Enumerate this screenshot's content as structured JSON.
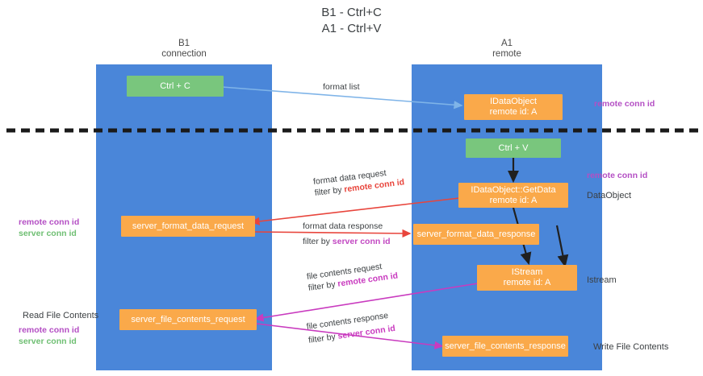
{
  "title": "B1 - Ctrl+C\nA1 - Ctrl+V",
  "lanes": [
    {
      "name": "b1",
      "header": "B1\nconnection"
    },
    {
      "name": "a1",
      "header": "A1\nremote"
    }
  ],
  "nodes": {
    "ctrl_c": {
      "line1": "Ctrl + C",
      "line2": "",
      "color": "green"
    },
    "idataobject": {
      "line1": "IDataObject",
      "line2": "remote id: A",
      "color": "orange"
    },
    "ctrl_v": {
      "line1": "Ctrl + V",
      "line2": "",
      "color": "green"
    },
    "getdata": {
      "line1": "IDataObject::GetData",
      "line2": "remote id: A",
      "color": "orange"
    },
    "server_format_data_request": {
      "line1": "server_format_data_request",
      "line2": "",
      "color": "orange"
    },
    "server_format_data_response": {
      "line1": "server_format_data_response",
      "line2": "",
      "color": "orange"
    },
    "istream": {
      "line1": "IStream",
      "line2": "remote id: A",
      "color": "orange"
    },
    "server_file_contents_request": {
      "line1": "server_file_contents_request",
      "line2": "",
      "color": "orange"
    },
    "server_file_contents_response": {
      "line1": "server_file_contents_response",
      "line2": "",
      "color": "orange"
    }
  },
  "edges": {
    "format_list": {
      "line1": "format list",
      "line2": "",
      "emphasis": ""
    },
    "format_data_request": {
      "line1": "format data request",
      "line2_prefix": "filter by ",
      "line2_em": "remote conn id",
      "em_color": "red"
    },
    "format_data_response": {
      "line1": "format data response",
      "line2_prefix": "filter by ",
      "line2_em": "server conn id",
      "em_color": "purple"
    },
    "file_contents_request": {
      "line1": "file contents request",
      "line2_prefix": "filter by ",
      "line2_em": "remote conn id",
      "em_color": "magenta"
    },
    "file_contents_response": {
      "line1": "file contents response",
      "line2_prefix": "filter by ",
      "line2_em": "server conn id",
      "em_color": "magenta"
    }
  },
  "annotations": {
    "right_remote_conn_id_top": "remote conn id",
    "right_remote_conn_id_mid": "remote conn id",
    "right_dataobject": "DataObject",
    "right_istream": "Istream",
    "right_write_file_contents": "Write File Contents",
    "left_remote_conn_id_1": "remote conn id",
    "left_server_conn_id_1": "server conn id",
    "left_read_file_contents": "Read File Contents",
    "left_remote_conn_id_2": "remote conn id",
    "left_server_conn_id_2": "server conn id"
  },
  "colors": {
    "lane": "#4a86d9",
    "node_orange": "#faa94a",
    "node_green": "#79c67d",
    "edge_blue": "#7fb4e8",
    "edge_red": "#e8453c",
    "edge_magenta": "#c93bbf",
    "edge_black": "#202020",
    "divider": "#1a1a1a"
  }
}
